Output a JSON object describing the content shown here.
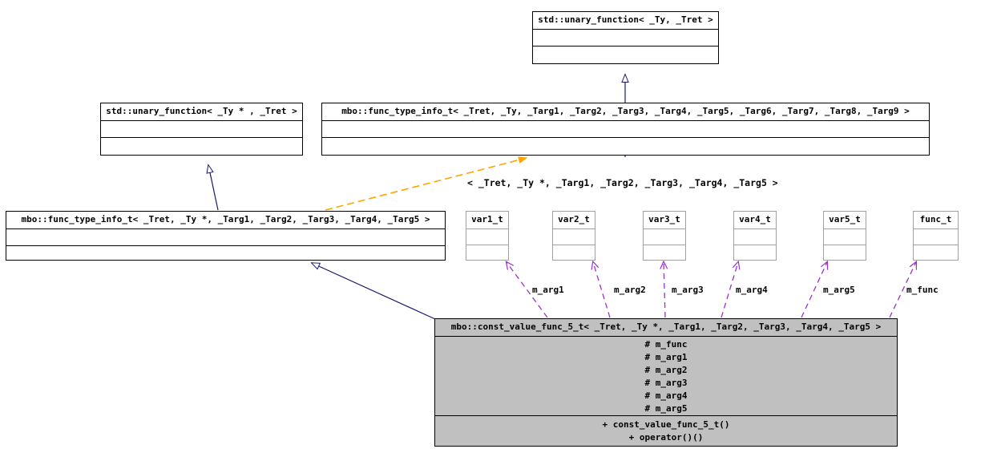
{
  "diagram": {
    "kind": "uml-class-diagram",
    "title_text": "mbo::const_value_func_5_t< _Tret, _Ty *, _Targ1, _Targ2, _Targ3, _Targ4, _Targ5 > collaboration diagram",
    "colors": {
      "background": "#ffffff",
      "node_border": "#000000",
      "node_fill": "#ffffff",
      "small_node_border": "#a0a0a0",
      "focus_fill": "#c0c0c0",
      "generalization_edge": "#191970",
      "template_binding_edge": "#ffa500",
      "usage_edge": "#9a32cd",
      "text": "#000000"
    }
  },
  "nodes": {
    "std_unary_function_ty_tret": {
      "label": "std::unary_function< _Ty, _Tret >",
      "attributes": [],
      "operations": []
    },
    "std_unary_function_typtr_tret": {
      "label": "std::unary_function< _Ty * , _Tret >",
      "attributes": [],
      "operations": []
    },
    "func_type_info_t_9": {
      "label": "mbo::func_type_info_t< _Tret, _Ty, _Targ1, _Targ2, _Targ3, _Targ4, _Targ5, _Targ6, _Targ7, _Targ8, _Targ9 >",
      "attributes": [],
      "operations": []
    },
    "func_type_info_t_5": {
      "label": "mbo::func_type_info_t< _Tret, _Ty *, _Targ1, _Targ2, _Targ3, _Targ4, _Targ5 >",
      "attributes": [],
      "operations": []
    },
    "var1_t": {
      "label": "var1_t",
      "attributes": [],
      "operations": []
    },
    "var2_t": {
      "label": "var2_t",
      "attributes": [],
      "operations": []
    },
    "var3_t": {
      "label": "var3_t",
      "attributes": [],
      "operations": []
    },
    "var4_t": {
      "label": "var4_t",
      "attributes": [],
      "operations": []
    },
    "var5_t": {
      "label": "var5_t",
      "attributes": [],
      "operations": []
    },
    "func_t": {
      "label": "func_t",
      "attributes": [],
      "operations": []
    },
    "const_value_func_5_t": {
      "label": "mbo::const_value_func_5_t< _Tret, _Ty *, _Targ1, _Targ2, _Targ3, _Targ4, _Targ5 >",
      "attributes": [
        "# m_func",
        "# m_arg1",
        "# m_arg2",
        "# m_arg3",
        "# m_arg4",
        "# m_arg5"
      ],
      "operations": [
        "+ const_value_func_5_t()",
        "+ operator()()"
      ]
    }
  },
  "edge_labels": {
    "template_binding": "< _Tret, _Ty *, _Targ1, _Targ2, _Targ3, _Targ4, _Targ5 >",
    "m_arg1": "m_arg1",
    "m_arg2": "m_arg2",
    "m_arg3": "m_arg3",
    "m_arg4": "m_arg4",
    "m_arg5": "m_arg5",
    "m_func": "m_func"
  }
}
